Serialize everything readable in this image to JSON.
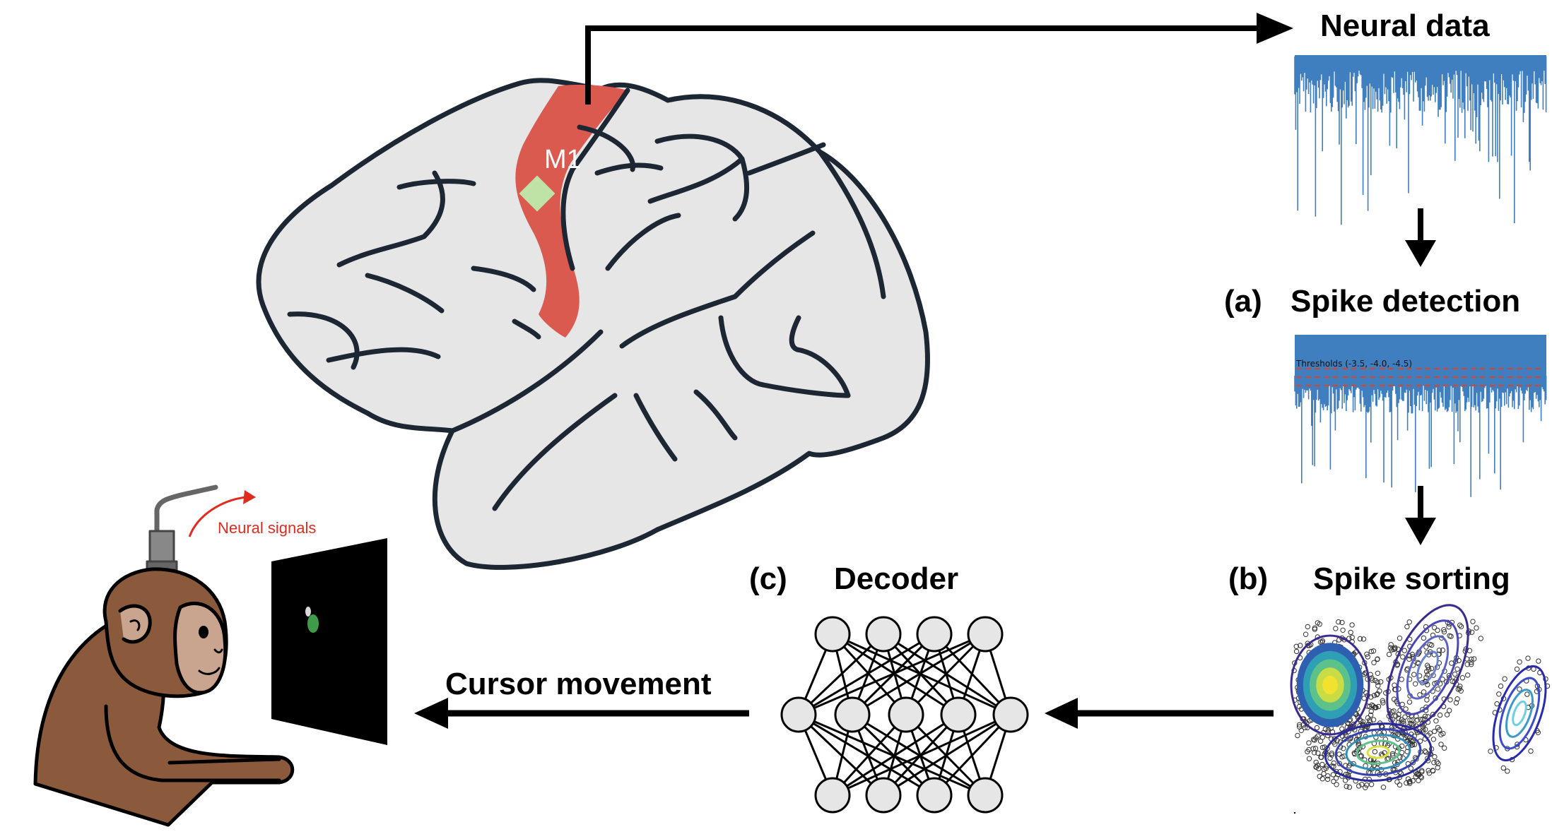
{
  "labels": {
    "neural_data": "Neural data",
    "spike_detection": "Spike detection",
    "spike_detection_tag": "(a)",
    "spike_sorting": "Spike sorting",
    "spike_sorting_tag": "(b)",
    "decoder": "Decoder",
    "decoder_tag": "(c)",
    "cursor_movement": "Cursor movement",
    "neural_signals": "Neural signals",
    "m1": "M1",
    "thresholds": "Thresholds (-3.5, -4.0, -4.5)"
  },
  "colors": {
    "brain_fill": "#e6e6e6",
    "brain_outline": "#1d2733",
    "m1_region": "#db5a50",
    "array": "#bfe3a6",
    "trace": "#3f7fbf",
    "threshold": "#d9452b",
    "monkey_body": "#8b5a3c",
    "monkey_face": "#c9a58f",
    "signal_arrow": "#e12b1f",
    "screen": "#000000",
    "cursor": "#3f9a4a"
  },
  "icons": {
    "monkey": "monkey-illustration",
    "brain": "brain-illustration",
    "network": "neural-network-icon",
    "screen": "monitor-screen",
    "arrow": "arrow-icon"
  }
}
